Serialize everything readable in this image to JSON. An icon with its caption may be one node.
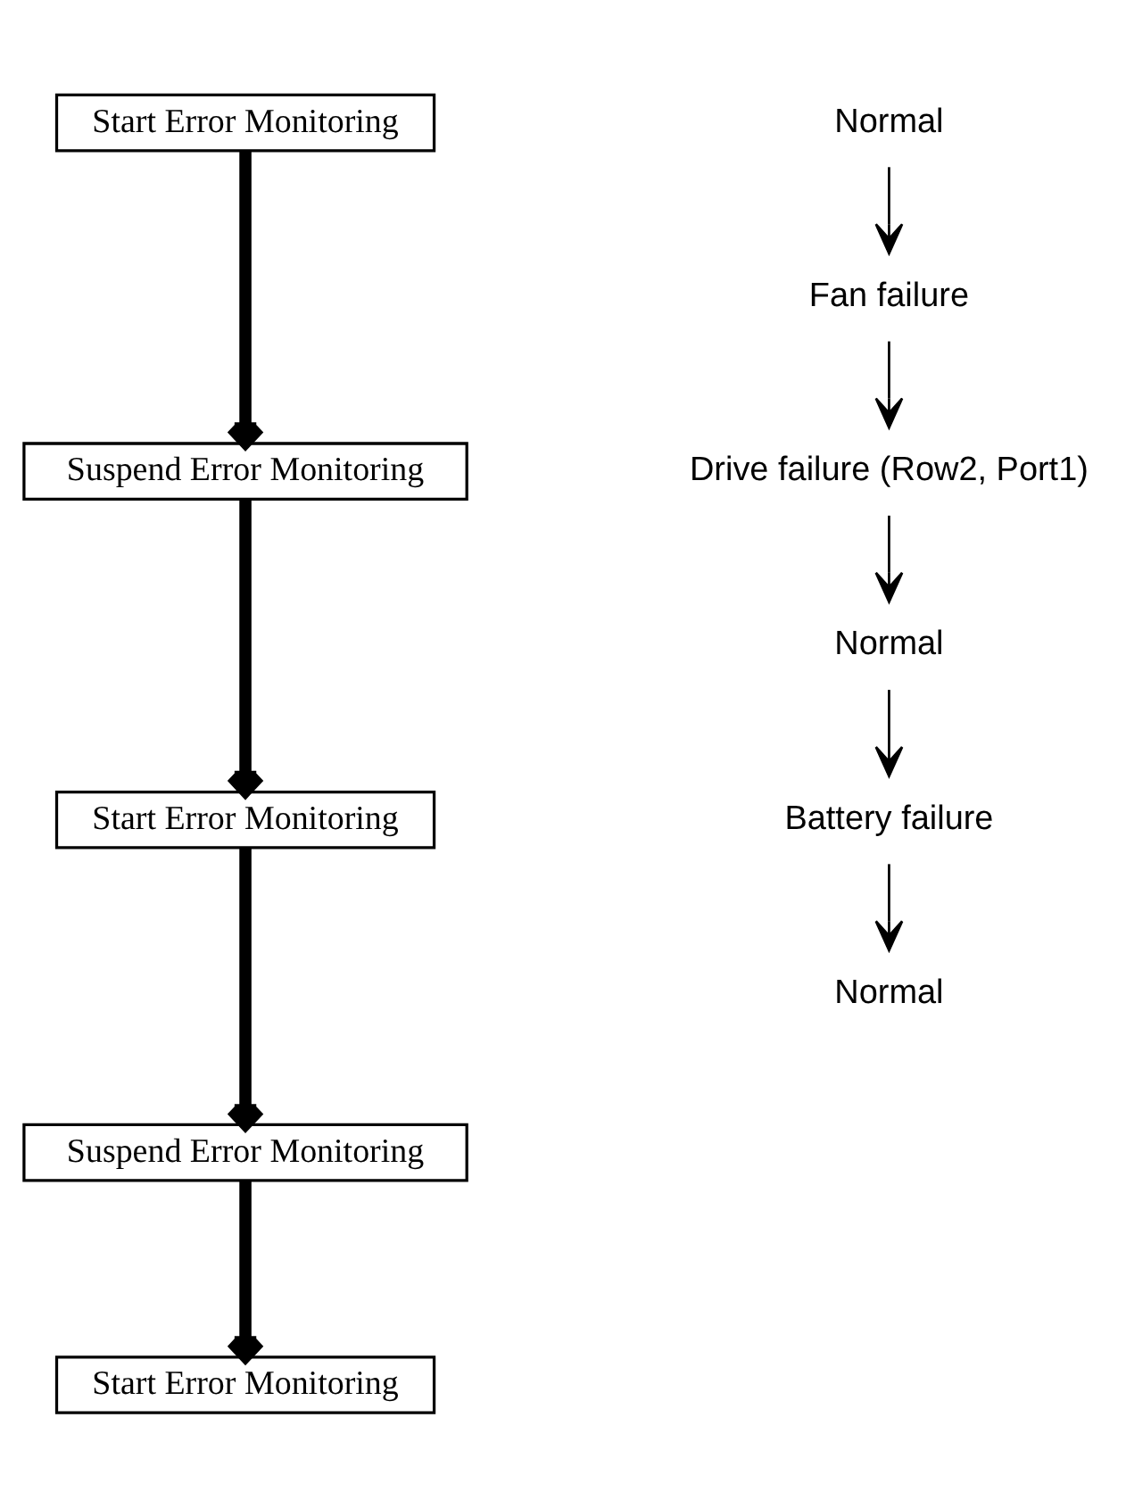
{
  "diagram": {
    "nodes": [
      {
        "text": [
          "Start Error Monitoring"
        ]
      },
      {
        "text": [
          "Suspend Error Monitoring"
        ]
      },
      {
        "text": [
          "Start Error Monitoring"
        ]
      },
      {
        "text": [
          "Suspend Error Monitoring"
        ]
      },
      {
        "text": [
          "Start Error Monitoring"
        ]
      },
      {
        "text": [
          "Normal"
        ]
      },
      {
        "text": [
          "Fan failure"
        ]
      },
      {
        "text": [
          "Drive failure (Row2, Port1)"
        ]
      },
      {
        "text": [
          "Normal"
        ]
      },
      {
        "text": [
          "Battery failure"
        ]
      },
      {
        "text": [
          "Normal"
        ]
      }
    ],
    "edges": [
      {
        "from": 0,
        "to": 1,
        "arrow": "to",
        "style": "thick"
      },
      {
        "from": 1,
        "to": 2,
        "arrow": "to",
        "style": "thick"
      },
      {
        "from": 2,
        "to": 3,
        "arrow": "to",
        "style": "thick"
      },
      {
        "from": 3,
        "to": 4,
        "arrow": "to",
        "style": "thick"
      },
      {
        "from": 5,
        "to": 6,
        "arrow": "to"
      },
      {
        "from": 6,
        "to": 7,
        "arrow": "to"
      },
      {
        "from": 7,
        "to": 8,
        "arrow": "to"
      },
      {
        "from": 8,
        "to": 9,
        "arrow": "to"
      },
      {
        "from": 9,
        "to": 10,
        "arrow": "to"
      }
    ]
  }
}
